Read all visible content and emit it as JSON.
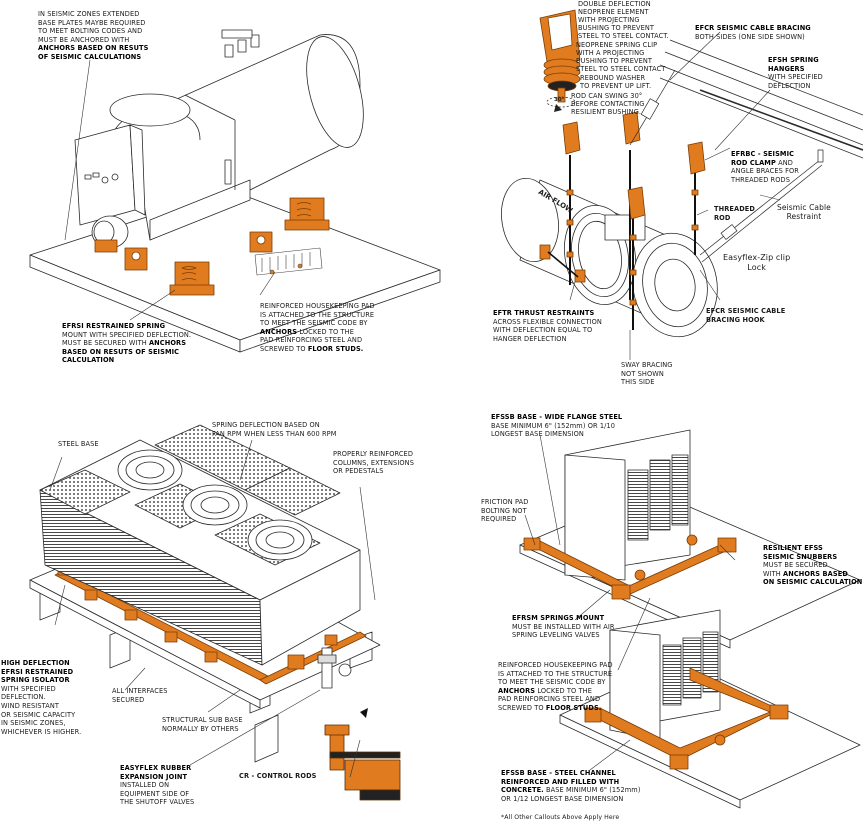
{
  "colors": {
    "accent_orange": "#e07b1f",
    "accent_orange_dark": "#b65b0d",
    "line": "#2a2a2a",
    "background": "#ffffff"
  },
  "panels": {
    "boiler": {
      "callouts": {
        "base_plates": {
          "lines": [
            "IN SEISMIC ZONES EXTENDED",
            "BASE PLATES MAYBE REQUIRED",
            "TO MEET BOLTING CODES AND",
            "MUST BE ANCHORED WITH"
          ],
          "bold_lines": [
            "ANCHORS BASED ON RESUTS",
            "OF SEISMIC CALCULATIONS"
          ]
        },
        "efrsi": {
          "title": "EFRSI RESTRAINED SPRING",
          "line1": "MOUNT WITH SPECIFIED DEFLECTION.",
          "line2_pre": "MUST BE SECURED WITH ",
          "line2_bold": "ANCHORS",
          "line3_bold": "BASED ON RESUTS OF SEISMIC",
          "line4_bold": "CALCULATION"
        },
        "housekeeping_pad": {
          "line1": "REINFORCED HOUSEKEEPING PAD",
          "line2": "IS ATTACHED TO THE STRUCTURE",
          "line3": "TO MEET THE SEISMIC CODE BY",
          "line4_bold": "ANCHORS",
          "line4_rest": " LOCKED TO THE",
          "line5": "PAD REINFORCING STEEL AND",
          "line6_pre": "SCREWED TO ",
          "line6_bold": "FLOOR STUDS."
        }
      }
    },
    "duct": {
      "air_flow_label": "AIR FLOW",
      "swing_angle_label": "30°",
      "callouts": {
        "double_deflection": [
          "DOUBLE DEFLECTION",
          "NEOPRENE ELEMENT",
          "WITH PROJECTING",
          "BUSHING TO PREVENT",
          "STEEL TO STEEL CONTACT."
        ],
        "neoprene_clip": [
          "NEOPRENE SPRING CLIP",
          "WITH A PROJECTING",
          "BUSHING TO PREVENT",
          "STEEL TO STEEL CONTACT"
        ],
        "rebound_washer": [
          "REBOUND WASHER",
          "TO PREVENT UP LIFT."
        ],
        "rod_swing": [
          "ROD CAN SWING 30°",
          "BEFORE CONTACTING",
          "RESILIENT BUSHING."
        ],
        "efcr_bracing": {
          "title": "EFCR SEISMIC CABLE BRACING",
          "sub": "BOTH SIDES (ONE SIDE SHOWN)"
        },
        "efsh": {
          "title1": "EFSH SPRING",
          "title2": "HANGERS",
          "sub1": "WITH SPECIFIED",
          "sub2": "DEFLECTION"
        },
        "efrbc": {
          "title_bold": "EFRBC - SEISMIC",
          "line2_bold": "ROD CLAMP",
          "line2_rest": " AND",
          "line3": "ANGLE BRACES FOR",
          "line4": "THREADED RODS"
        },
        "threaded_rod": [
          "THREADED",
          "ROD"
        ],
        "cable_restraint": [
          "Seismic Cable",
          "Restraint"
        ],
        "zip_clip": [
          "Easyflex-Zip clip",
          "Lock"
        ],
        "efcr_hook": [
          "EFCR SEISMIC CABLE",
          "BRACING HOOK"
        ],
        "eftr": {
          "title": "EFTR THRUST RESTRAINTS",
          "lines": [
            "ACROSS FLEXIBLE CONNECTION",
            "WITH DEFLECTION EQUAL TO",
            "HANGER DEFLECTION"
          ]
        },
        "sway": [
          "SWAY BRACING",
          "NOT SHOWN",
          "THIS SIDE"
        ]
      }
    },
    "cooling_tower": {
      "callouts": {
        "spring_deflection": [
          "SPRING DEFLECTION BASED ON",
          "FAN RPM WHEN LESS THAN 600 RPM"
        ],
        "steel_base": "STEEL BASE",
        "columns": [
          "PROPERLY REINFORCED",
          "COLUMNS, EXTENSIONS",
          "OR PEDESTALS"
        ],
        "high_deflection": {
          "bold": [
            "HIGH DEFLECTION",
            "EFRSI RESTRAINED",
            "SPRING ISOLATOR"
          ],
          "lines": [
            "WITH SPECIFIED",
            "DEFLECTION.",
            "WIND RESISTANT",
            "OR SEISMIC CAPACITY",
            "IN SEISMIC ZONES,",
            "WHICHEVER IS HIGHER."
          ]
        },
        "interfaces": [
          "ALL INTERFACES",
          "SECURED"
        ],
        "sub_base": [
          "STRUCTURAL SUB BASE",
          "NORMALLY BY OTHERS"
        ],
        "expansion_joint": {
          "bold": [
            "EASYFLEX RUBBER",
            "EXPANSION JOINT"
          ],
          "lines": [
            "INSTALLED ON",
            "EQUIPMENT SIDE OF",
            "THE SHUTOFF VALVES"
          ]
        },
        "control_rods": "CR - CONTROL RODS"
      }
    },
    "chillers": {
      "callouts": {
        "efssb_wide": {
          "title": "EFSSB BASE - WIDE FLANGE STEEL",
          "lines": [
            "BASE MINIMUM 6\" (152mm) OR 1/10",
            "LONGEST BASE DIMENSION"
          ]
        },
        "friction_pad": [
          "FRICTION PAD",
          "BOLTING NOT",
          "REQUIRED"
        ],
        "snubbers": {
          "bold": [
            "RESILIENT EFSS",
            "SEISMIC SNUBBERS"
          ],
          "line3": "MUST BE SECURED",
          "line4_pre": "WITH ",
          "line4_bold": "ANCHORS BASED",
          "line5_bold": "ON SEISMIC CALCULATION"
        },
        "efrsm": {
          "title": "EFRSM SPRINGS MOUNT",
          "lines": [
            "MUST BE INSTALLED WITH AIR",
            "SPRING LEVELING VALVES"
          ]
        },
        "housekeeping_pad": {
          "line1": "REINFORCED HOUSEKEEPING PAD",
          "line2": "IS ATTACHED TO THE STRUCTURE",
          "line3": "TO MEET THE SEISMIC CODE BY",
          "line4_bold": "ANCHORS",
          "line4_rest": " LOCKED TO THE",
          "line5": "PAD REINFORCING STEEL AND",
          "line6_pre": "SCREWED TO ",
          "line6_bold": "FLOOR STUDS."
        },
        "efssb_channel": {
          "bold1": "EFSSB BASE - STEEL CHANNEL",
          "bold2": "REINFORCED AND FILLED WITH",
          "bold3": "CONCRETE.",
          "rest3": " BASE MINIMUM 6\" (152mm)",
          "line4": "OR 1/12 LONGEST BASE DIMENSION"
        },
        "footnote": "*All Other Callouts Above Apply Here"
      }
    }
  }
}
